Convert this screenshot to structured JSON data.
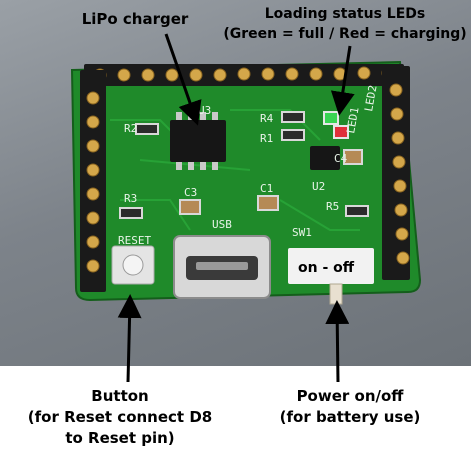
{
  "callouts": {
    "charger": "LiPo charger",
    "leds_title": "Loading status LEDs",
    "leds_sub": "(Green = full / Red = charging)",
    "button_title": "Button",
    "button_line2": "(for Reset connect D8",
    "button_line3": "to Reset pin)",
    "power_title": "Power on/off",
    "power_sub": "(for battery use)",
    "onoff": "on - off"
  },
  "silkscreen": {
    "r2": "R2",
    "u3": "U3",
    "r4": "R4",
    "r1": "R1",
    "led1": "LED1",
    "led2": "LED2",
    "c4": "C4",
    "u2": "U2",
    "r3": "R3",
    "c3": "C3",
    "c1": "C1",
    "usb": "USB",
    "r5": "R5",
    "reset": "RESET",
    "sw1": "SW1"
  },
  "colors": {
    "pcb": "#1f8a2a",
    "led_green": "#39d353",
    "led_red": "#e0303a"
  }
}
